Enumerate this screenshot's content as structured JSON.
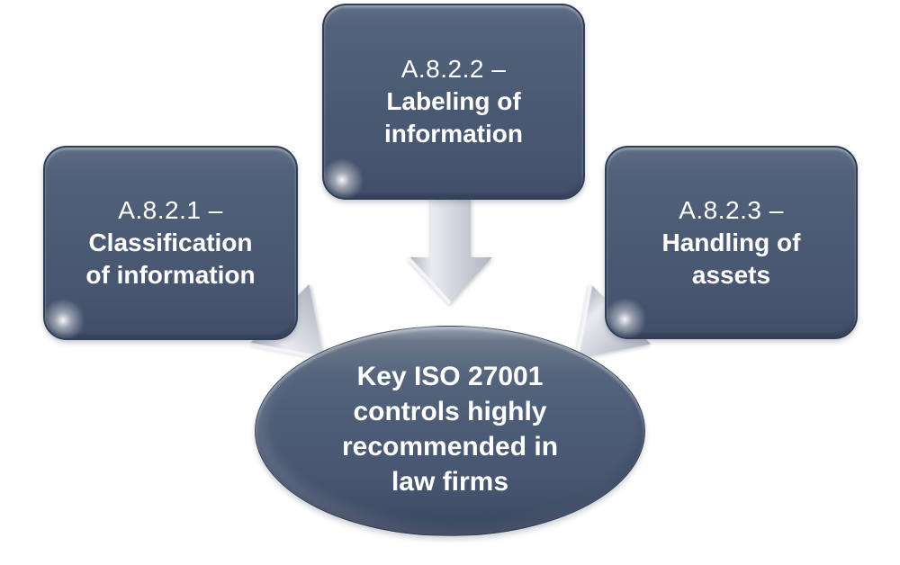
{
  "diagram": {
    "type": "converging-arrows-smartart",
    "background": "#ffffff",
    "colors": {
      "box_fill_top": "#5f6d85",
      "box_fill_bottom": "#414e68",
      "box_border": "#2f3d55",
      "ellipse_fill": "#4c5b75",
      "ellipse_top_sheen": "#9aa3b1",
      "arrow_fill": "#ced2da",
      "text": "#ffffff"
    },
    "nodes": [
      {
        "id": "a821",
        "lines": [
          "A.8.2.1 –",
          "Classification",
          "of information"
        ]
      },
      {
        "id": "a822",
        "lines": [
          "A.8.2.2 –",
          "Labeling of",
          "information"
        ]
      },
      {
        "id": "a823",
        "lines": [
          "A.8.2.3 –",
          "Handling of",
          "assets"
        ]
      }
    ],
    "center": {
      "lines": [
        "Key ISO 27001",
        "controls highly",
        "recommended in",
        "law firms"
      ]
    }
  }
}
